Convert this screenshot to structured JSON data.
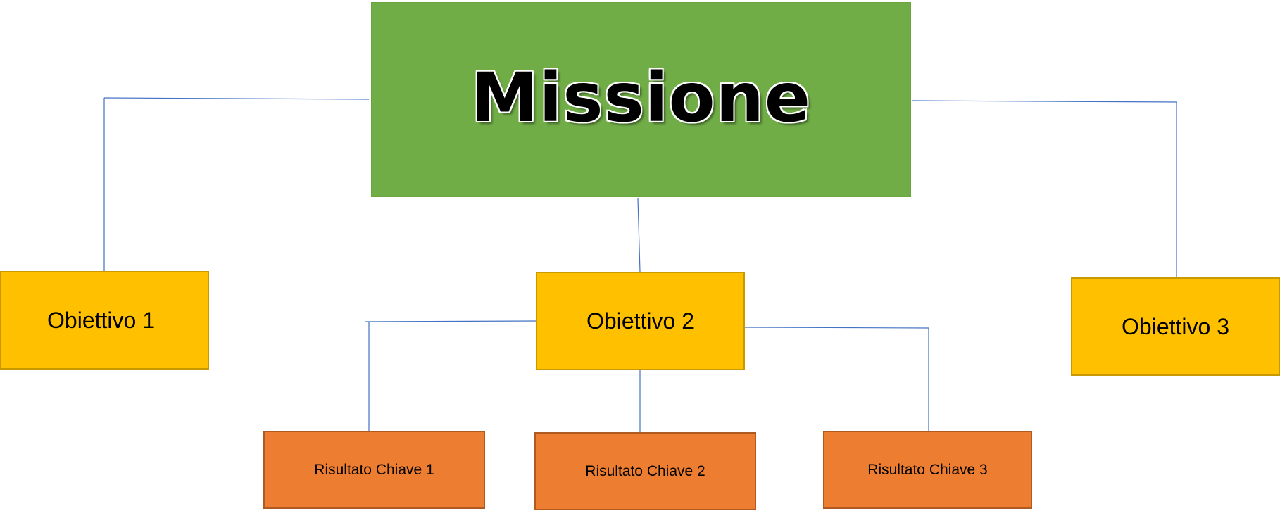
{
  "mission": {
    "label": "Missione",
    "color": "#70ad47"
  },
  "objectives": [
    {
      "label": "Obiettivo 1"
    },
    {
      "label": "Obiettivo 2"
    },
    {
      "label": "Obiettivo 3"
    }
  ],
  "key_results": [
    {
      "label": "Risultato Chiave 1"
    },
    {
      "label": "Risultato Chiave 2"
    },
    {
      "label": "Risultato Chiave 3"
    }
  ],
  "colors": {
    "objective": "#ffc000",
    "key_result": "#ed7d31",
    "connector": "#4472c4"
  }
}
